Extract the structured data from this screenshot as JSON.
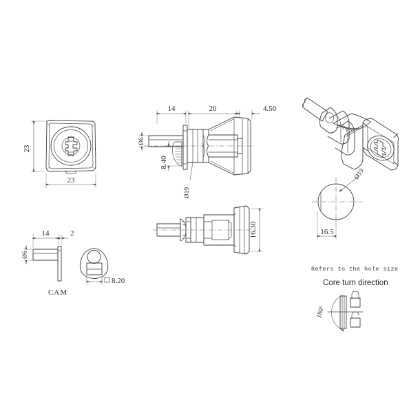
{
  "drawing": {
    "title": "Cam lock technical drawing",
    "background_color": "#ffffff",
    "line_color": "#3c3c3c",
    "dimension_color": "#555555"
  },
  "views": {
    "front": {
      "name": "Front view (square bezel with keyhole)",
      "dims": {
        "height": "23",
        "width": "23"
      }
    },
    "side_top": {
      "name": "Side section view (upper middle)",
      "dims": {
        "cam_length": "14",
        "body_length": "20",
        "bezel_thickness": "4.50",
        "shaft_diameter": "Ø6",
        "cam_offset": "8.40",
        "barrel_diameter": "Ø19"
      }
    },
    "side_bottom": {
      "name": "Side view rotated 90° (lower middle)",
      "dims": {
        "bezel_height": "16.30"
      }
    },
    "iso": {
      "name": "Isometric 3D view of cam lock"
    },
    "hole": {
      "name": "Panel cut-out / hole size diagram",
      "dims": {
        "diameter": "Ø19",
        "flat_width": "16.5"
      },
      "caption": "Refers to the hole size"
    },
    "cam": {
      "name": "CAM detail view",
      "label": "CAM",
      "dims": {
        "length": "14",
        "thickness": "2",
        "shaft_diameter": "Ø6"
      }
    },
    "key_fob": {
      "name": "Key fob / cam plate end view",
      "dims": {
        "square_hole": "□8.20"
      }
    },
    "core_turn": {
      "name": "Core turn direction diagram",
      "title": "Core turn direction",
      "angle": "180°",
      "icons": {
        "locked": "padlock-closed-icon",
        "unlocked": "padlock-open-icon"
      }
    }
  }
}
